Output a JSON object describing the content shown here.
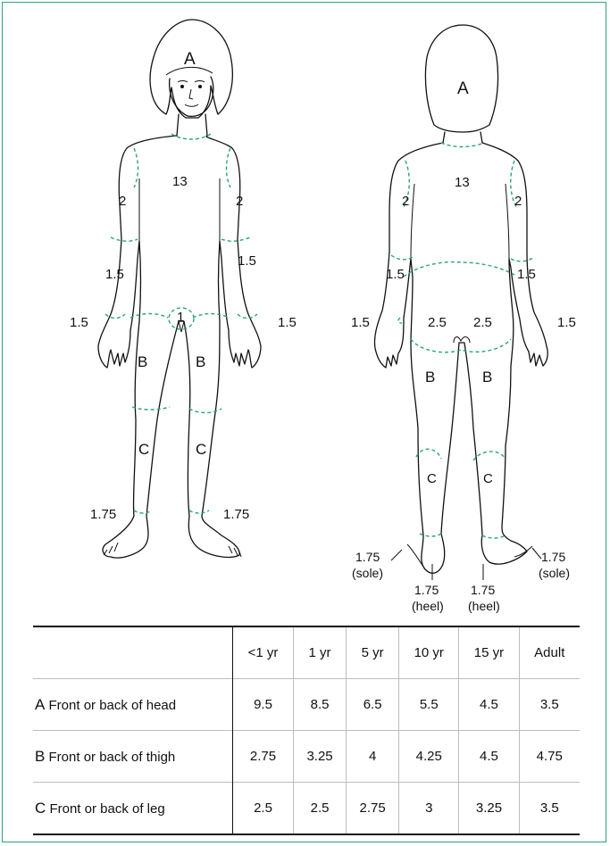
{
  "front_labels": {
    "head": "A",
    "trunk": "13",
    "upper_arm_left": "2",
    "upper_arm_right": "2",
    "forearm_left": "1.5",
    "forearm_right": "1.5",
    "hand_left": "1.5",
    "hand_right": "1.5",
    "genitalia": "1",
    "thigh_left": "B",
    "thigh_right": "B",
    "leg_left": "C",
    "leg_right": "C",
    "foot_left": "1.75",
    "foot_right": "1.75"
  },
  "back_labels": {
    "head": "A",
    "trunk": "13",
    "upper_arm_left": "2",
    "upper_arm_right": "2",
    "forearm_left": "1.5",
    "forearm_right": "1.5",
    "hand_left": "1.5",
    "hand_right": "1.5",
    "buttock_left": "2.5",
    "buttock_right": "2.5",
    "thigh_left": "B",
    "thigh_right": "B",
    "leg_left": "C",
    "leg_right": "C",
    "sole_left": "1.75",
    "sole_left_note": "(sole)",
    "sole_right": "1.75",
    "sole_right_note": "(sole)",
    "heel_left": "1.75",
    "heel_left_note": "(heel)",
    "heel_right": "1.75",
    "heel_right_note": "(heel)"
  },
  "table": {
    "columns": [
      "<1 yr",
      "1 yr",
      "5 yr",
      "10 yr",
      "15 yr",
      "Adult"
    ],
    "rows": [
      {
        "letter": "A",
        "label": "Front or back of head",
        "values": [
          "9.5",
          "8.5",
          "6.5",
          "5.5",
          "4.5",
          "3.5"
        ]
      },
      {
        "letter": "B",
        "label": "Front or back of thigh",
        "values": [
          "2.75",
          "3.25",
          "4",
          "4.25",
          "4.5",
          "4.75"
        ]
      },
      {
        "letter": "C",
        "label": "Front or back of leg",
        "values": [
          "2.5",
          "2.5",
          "2.75",
          "3",
          "3.25",
          "3.5"
        ]
      }
    ]
  },
  "colors": {
    "zone_line": "#2aa57a",
    "outline": "#111111",
    "frame": "#2aa57a"
  }
}
